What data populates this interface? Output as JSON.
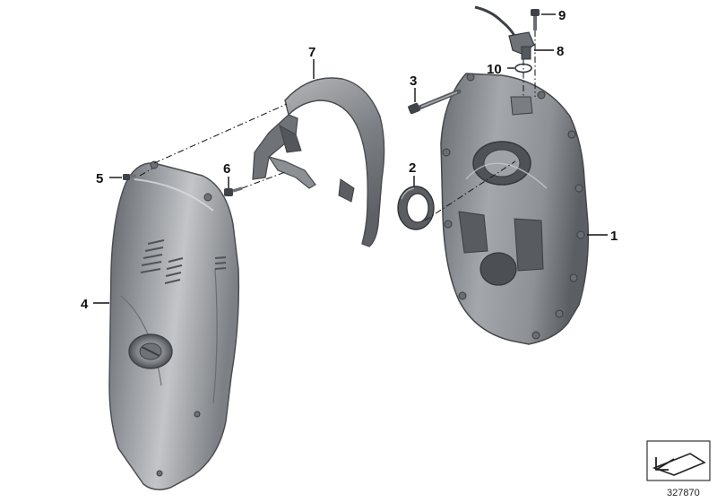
{
  "diagram": {
    "callouts": {
      "c1": "1",
      "c2": "2",
      "c3": "3",
      "c4": "4",
      "c5": "5",
      "c6": "6",
      "c7": "7",
      "c8": "8",
      "c9": "9",
      "c10": "10"
    },
    "reference_number": "327870",
    "icon": "parts-catalog-arrow-icon",
    "colors": {
      "part_dark": "#5a5d61",
      "part_mid": "#8b8e92",
      "part_light": "#c6c8cb",
      "label": "#111111"
    }
  }
}
